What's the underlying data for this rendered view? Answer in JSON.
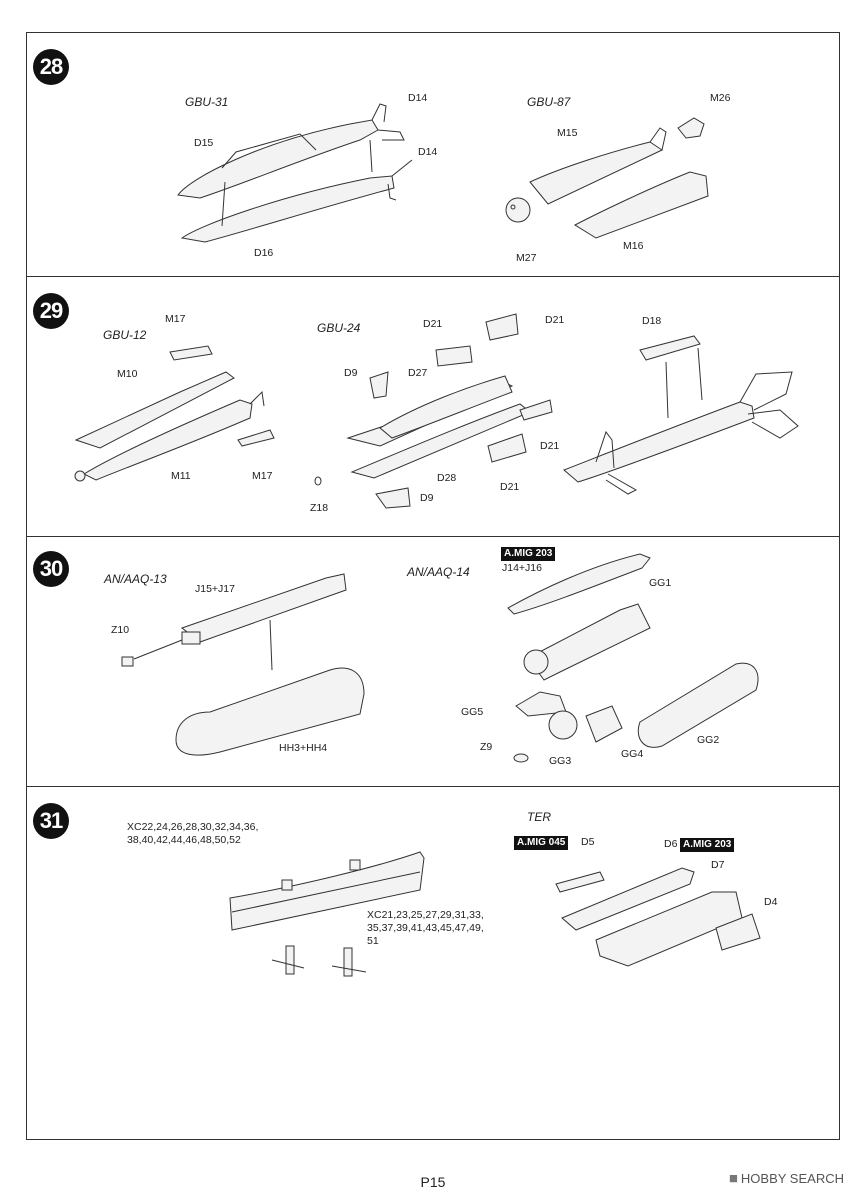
{
  "steps": [
    {
      "number": "28",
      "titles": [
        "GBU-31",
        "GBU-87"
      ],
      "parts": [
        "D14",
        "D15",
        "D14",
        "D16",
        "M26",
        "M15",
        "M16",
        "M27"
      ]
    },
    {
      "number": "29",
      "titles": [
        "GBU-12",
        "GBU-24"
      ],
      "parts": [
        "M17",
        "M10",
        "M11",
        "M17",
        "D21",
        "D21",
        "D9",
        "D27",
        "D21",
        "D28",
        "D21",
        "Z18",
        "D9",
        "D18"
      ]
    },
    {
      "number": "30",
      "titles": [
        "AN/AAQ-13",
        "AN/AAQ-14"
      ],
      "parts": [
        "J15+J17",
        "Z10",
        "HH3+HH4",
        "J14+J16",
        "GG1",
        "GG5",
        "Z9",
        "GG3",
        "GG4",
        "GG2"
      ],
      "tags": [
        "A.MIG 203"
      ]
    },
    {
      "number": "31",
      "titles": [
        "TER"
      ],
      "parts": [
        "D5",
        "D6",
        "D7",
        "D4"
      ],
      "tags": [
        "A.MIG 045",
        "A.MIG 203"
      ],
      "xc_even": "XC22,24,26,28,30,32,34,36,\n38,40,42,44,46,48,50,52",
      "xc_odd": "XC21,23,25,27,29,31,33,\n35,37,39,41,43,45,47,49,\n51"
    }
  ],
  "footer": {
    "page": "P15",
    "watermark": "HOBBY SEARCH",
    "watermark_icon": "hobby-search-logo-icon"
  }
}
